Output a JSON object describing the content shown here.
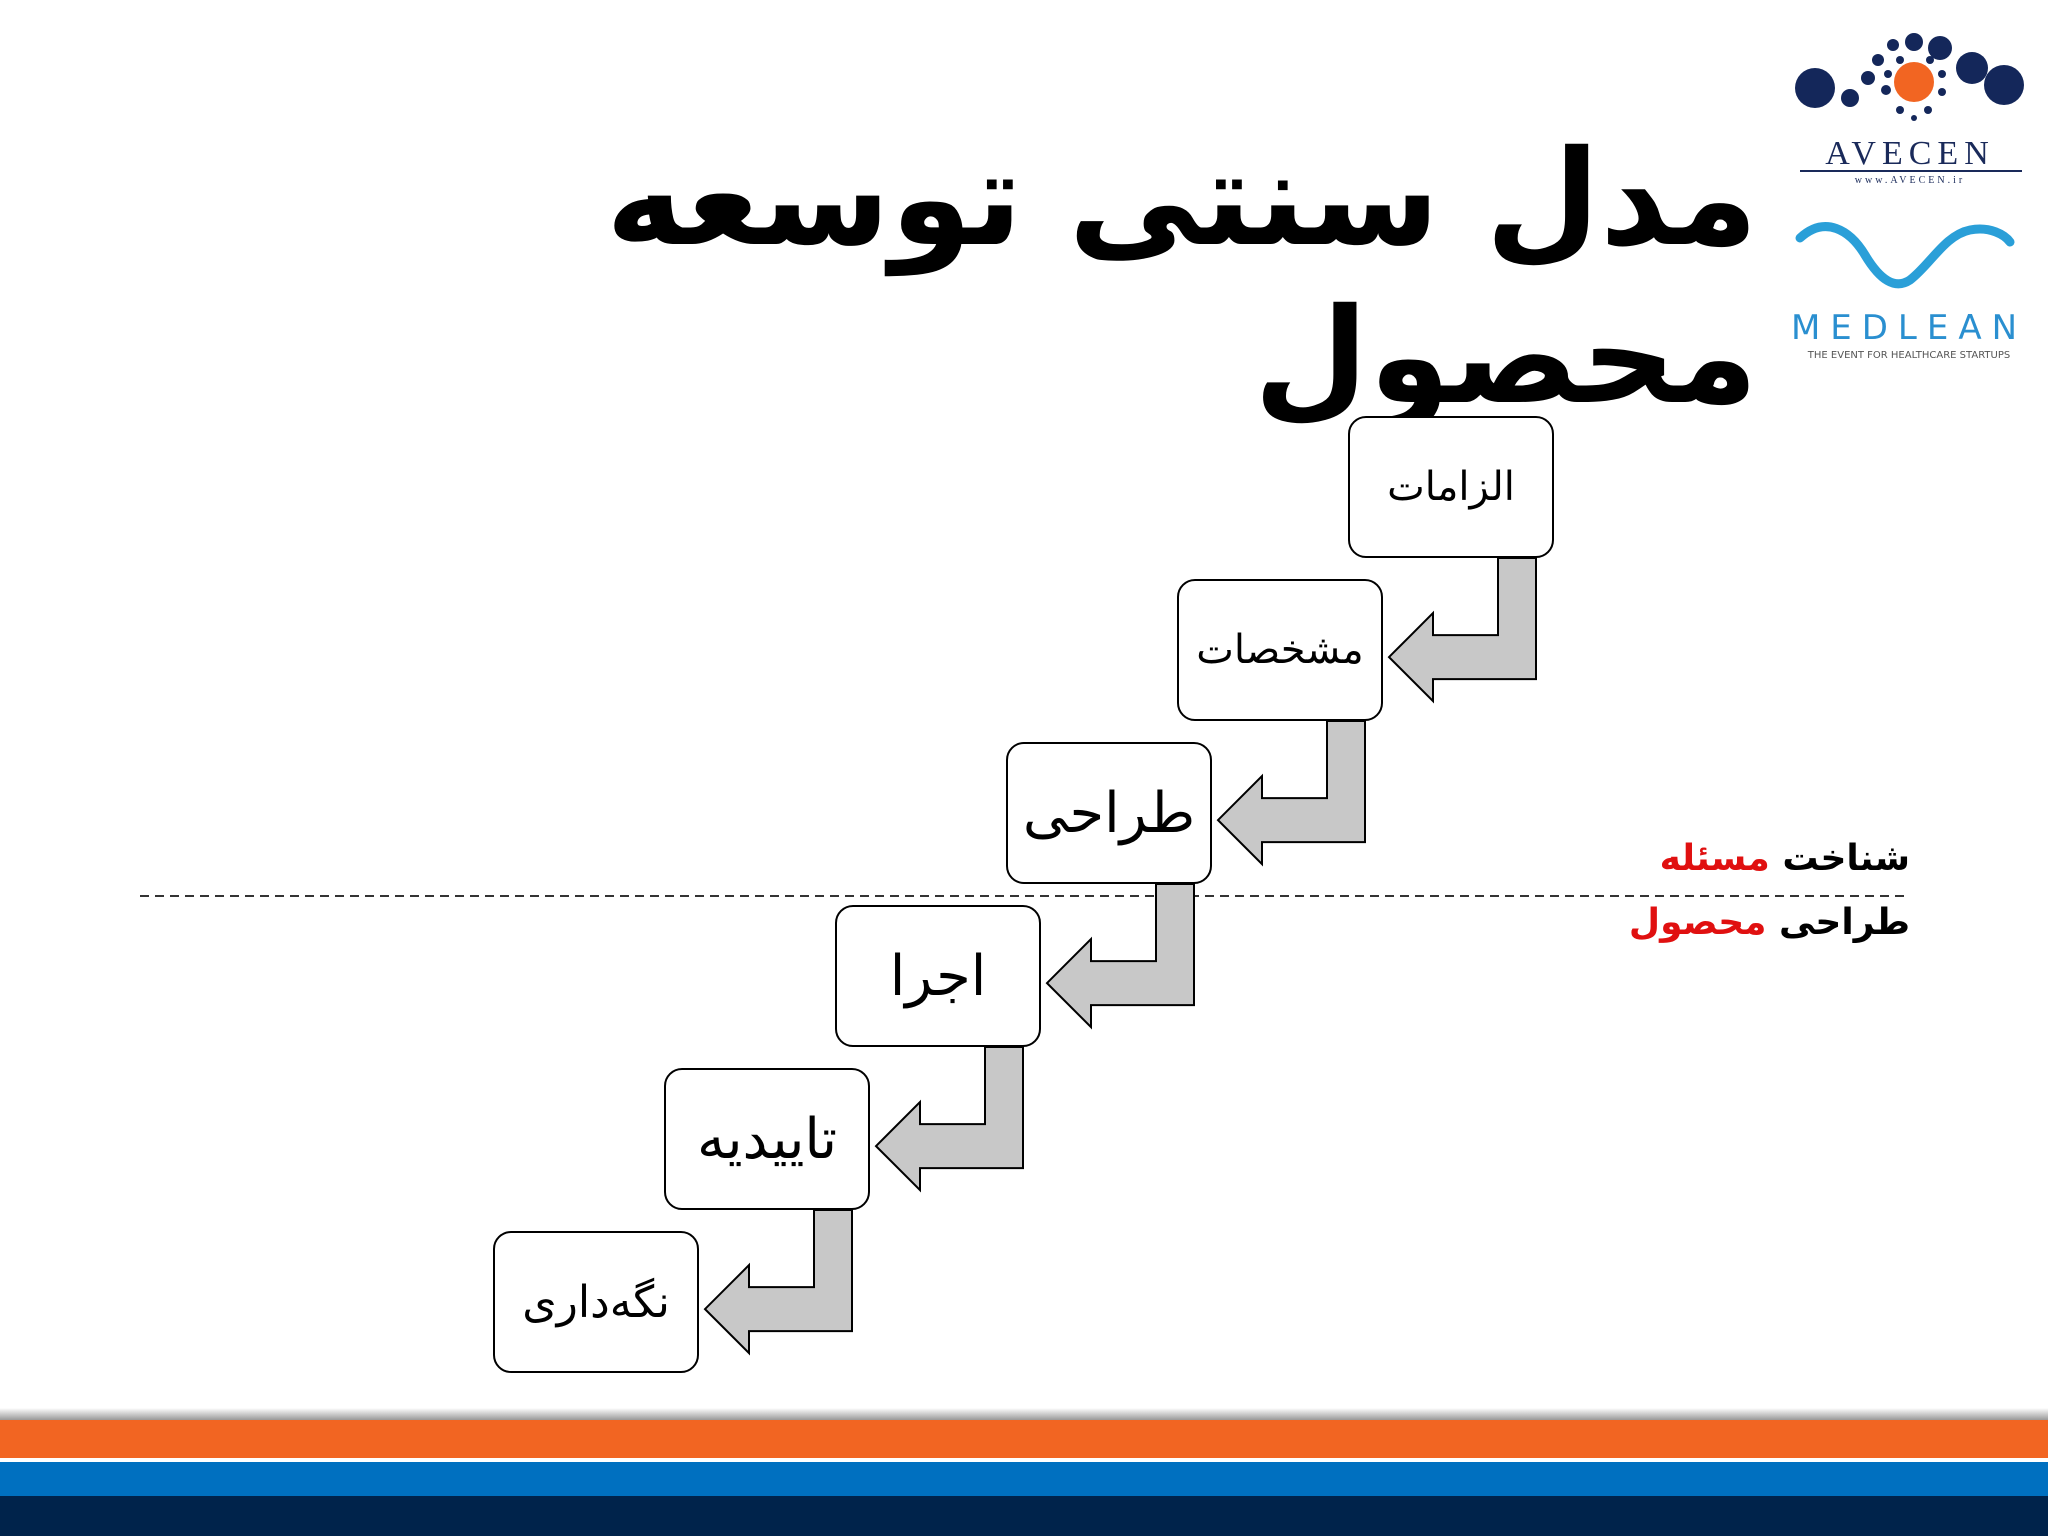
{
  "title": "مدل سنتی توسعه محصول",
  "logos": {
    "avecen": {
      "name": "AVECEN",
      "url": "www.AVECEN.ir"
    },
    "medlean": {
      "name": "MEDLEAN",
      "tagline": "THE EVENT FOR HEALTHCARE STARTUPS"
    }
  },
  "steps": [
    {
      "label": "الزامات"
    },
    {
      "label": "مشخصات"
    },
    {
      "label": "طراحی"
    },
    {
      "label": "اجرا"
    },
    {
      "label": "تاییدیه"
    },
    {
      "label": "نگه‌داری"
    }
  ],
  "phases": {
    "upper": {
      "word1": "شناخت",
      "word2": "مسئله"
    },
    "lower": {
      "word1": "طراحی",
      "word2": "محصول"
    }
  },
  "colors": {
    "orange": "#f26522",
    "blue": "#0070c0",
    "navy": "#00234b",
    "accent_red": "#e01010",
    "arrow_fill": "#c8c8c8"
  }
}
